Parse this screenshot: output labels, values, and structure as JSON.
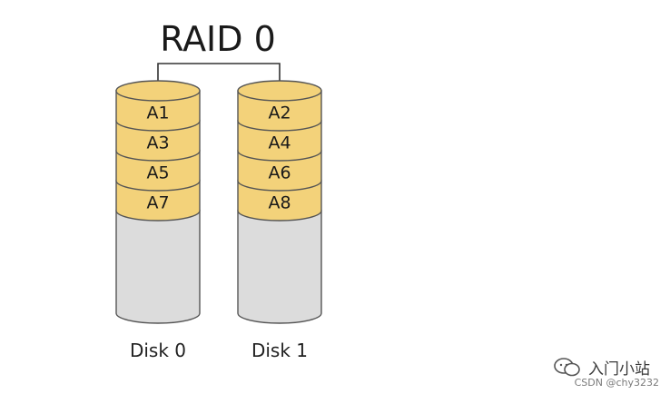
{
  "title": "RAID 0",
  "colors": {
    "data_block": "#f3d27a",
    "empty_space": "#dcdcdc",
    "outline": "#555555",
    "connector": "#333333"
  },
  "disks": [
    {
      "label": "Disk 0",
      "blocks": [
        "A1",
        "A3",
        "A5",
        "A7"
      ]
    },
    {
      "label": "Disk 1",
      "blocks": [
        "A2",
        "A4",
        "A6",
        "A8"
      ]
    }
  ],
  "watermark": {
    "icon": "wechat-logo-icon",
    "name": "入门小站",
    "credit": "CSDN @chy3232"
  }
}
